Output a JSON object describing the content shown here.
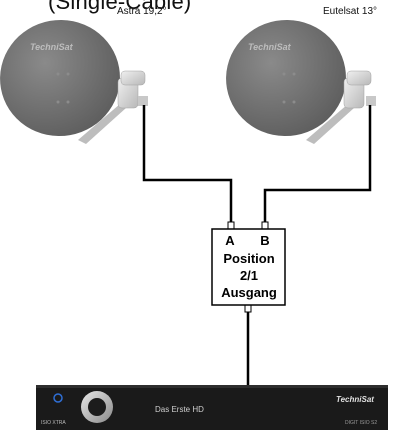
{
  "header_fragment": "(Single-Cable)",
  "satellites": {
    "left_label": "Astra 19,2°",
    "right_label": "Eutelsat 13°",
    "dish_brand": "TechniSat"
  },
  "switch": {
    "port_a": "A",
    "port_b": "B",
    "line1": "Position",
    "line2": "2/1",
    "line3": "Ausgang"
  },
  "receiver": {
    "brand": "TechniSat",
    "display_text": "Das Erste HD",
    "left_badge": "ISIO XTRA",
    "model": "DIGIT ISIO S2"
  },
  "colors": {
    "dish": "#6e6e6e",
    "lnb": "#d9d9d9",
    "cable": "#000000",
    "receiver": "#1a1a1a"
  }
}
